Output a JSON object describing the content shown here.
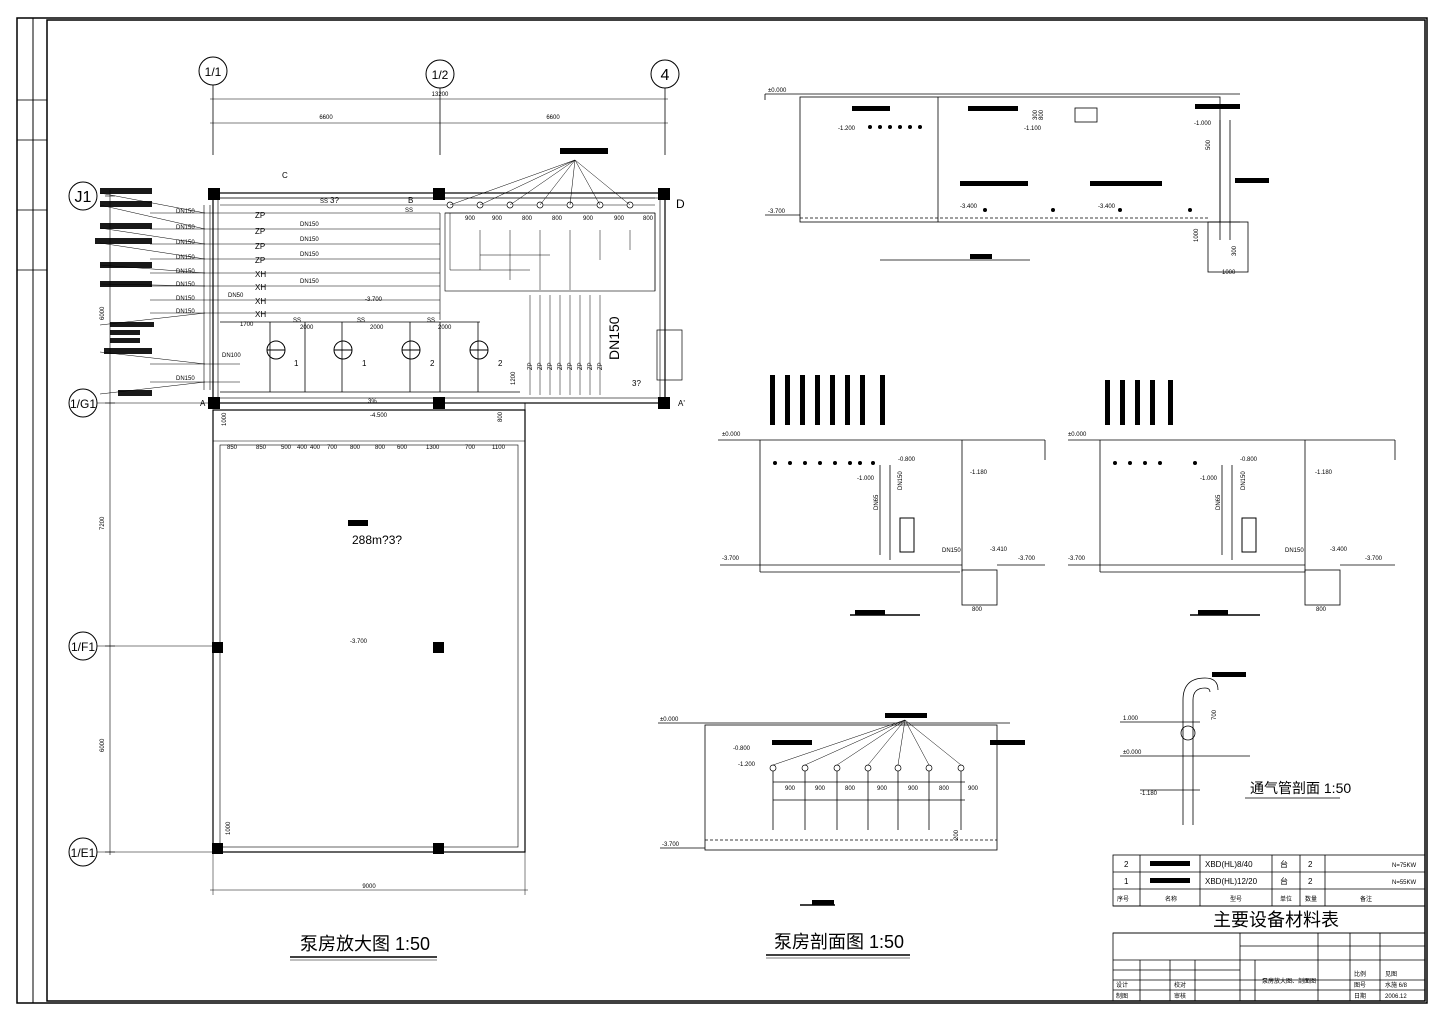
{
  "grid": {
    "top_axes": [
      "1/1",
      "1/2",
      "4"
    ],
    "left_axes": [
      "J1",
      "1/G1",
      "1/F1",
      "1/E1"
    ],
    "dim_total": "13200",
    "dim_top": [
      "6600",
      "6600"
    ],
    "dim_left": [
      "6000",
      "7200",
      "6000"
    ],
    "dim_bottom": "9000",
    "section_tag_right": "D",
    "section_tags": [
      "A",
      "A'",
      "B",
      "C"
    ]
  },
  "plan": {
    "title": "泵房放大图 1:50",
    "pipe_codes": [
      "ZP",
      "ZP",
      "ZP",
      "ZP",
      "XH",
      "XH",
      "XH",
      "XH"
    ],
    "pipe_sizes_left": [
      "DN150",
      "DN150",
      "DN150",
      "DN150",
      "DN150",
      "DN150",
      "DN150",
      "DN150",
      "DN100",
      "DN150"
    ],
    "pipe_sizes_mid": [
      "DN150",
      "DN150",
      "DN150",
      "DN150"
    ],
    "pipe_size_dn50": "DN50",
    "dn_vertical": "DN150",
    "ss_labels": [
      "SS",
      "SS",
      "SS",
      "SS",
      "SS"
    ],
    "level_pump": "-3.700",
    "level_floor": "-4.500",
    "level_pool": "-3.700",
    "pool_volume": "288m?3?",
    "pump_numbers": [
      "1",
      "1",
      "2",
      "2"
    ],
    "dims_row": [
      "850",
      "850",
      "500",
      "400",
      "400",
      "700",
      "800",
      "800",
      "600",
      "1300",
      "700",
      "1100"
    ],
    "dims_top_pumps": [
      "1700",
      "2000",
      "2000",
      "2000"
    ],
    "dims_right_row": [
      "900",
      "900",
      "800",
      "800",
      "900",
      "900",
      "800"
    ],
    "dims_small": [
      "1000",
      "800",
      "1200",
      "1000"
    ],
    "slope": "3%",
    "hatch_label_1": "3?",
    "hatch_label_2": "3?",
    "zp_right": [
      "ZP",
      "ZP",
      "ZP",
      "ZP",
      "ZP",
      "ZP",
      "ZP",
      "ZP"
    ]
  },
  "section_aa": {
    "level_top": "±0.000",
    "level_bottom": "-3.700",
    "levels": [
      "-1.200",
      "-1.100",
      "-1.000",
      "-3.400",
      "-3.400"
    ],
    "dims": [
      "300",
      "800",
      "500",
      "1000",
      "1000",
      "300"
    ]
  },
  "section_bb": {
    "level_top": "±0.000",
    "levels": [
      "-0.800",
      "-1.000",
      "-1.180",
      "-3.410",
      "-3.700",
      "-3.700"
    ],
    "dn_labels": [
      "DN65",
      "DN150",
      "DN150"
    ],
    "dim": "800"
  },
  "section_cc": {
    "level_top": "±0.000",
    "levels": [
      "-0.800",
      "-1.000",
      "-1.180",
      "-3.400",
      "-3.700",
      "-3.700"
    ],
    "dn_labels": [
      "DN65",
      "DN150",
      "DN150"
    ],
    "dim": "800"
  },
  "section_dd": {
    "level_top": "±0.000",
    "levels": [
      "-0.800",
      "-1.200",
      "-3.700"
    ],
    "dims": [
      "900",
      "900",
      "800",
      "900",
      "900",
      "800",
      "900"
    ],
    "dim_v": "200"
  },
  "section_title": "泵房剖面图 1:50",
  "vent": {
    "title": "通气管剖面 1:50",
    "levels": [
      "1.000",
      "±0.000",
      "-1.180"
    ],
    "dim": "700"
  },
  "equipment_table": {
    "title": "主要设备材料表",
    "header": [
      "序号",
      "名称",
      "型号",
      "单位",
      "数量",
      "备注"
    ],
    "rows": [
      {
        "no": "2",
        "model": "XBD(HL)8/40",
        "unit": "台",
        "qty": "2",
        "note": "N=75KW"
      },
      {
        "no": "1",
        "model": "XBD(HL)12/20",
        "unit": "台",
        "qty": "2",
        "note": "N=55KW"
      }
    ]
  },
  "title_block": {
    "drawing_name": "泵房放大图、剖面图",
    "design": "设计",
    "check": "校对",
    "draw": "制图",
    "audit": "审核",
    "scale_label": "比例",
    "scale_value": "见图",
    "sheet_no": "水施 6/8",
    "date_label": "日期",
    "date_value": "2006.12",
    "fig_no_label": "图号"
  }
}
